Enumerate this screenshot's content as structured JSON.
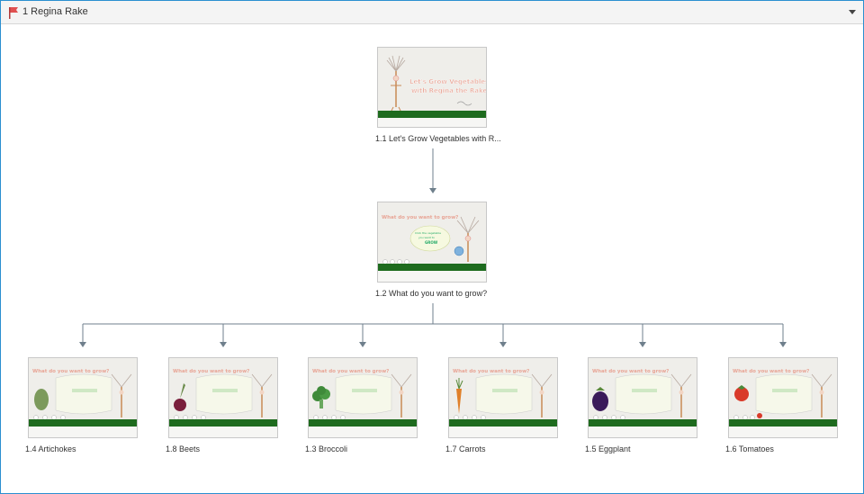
{
  "header": {
    "title": "1 Regina Rake"
  },
  "slides": {
    "s11": {
      "label": "1.1 Let's Grow Vegetables with R...",
      "title_line1": "Let's Grow Vegetables",
      "title_line2": "with Regina the Rake!"
    },
    "s12": {
      "label": "1.2 What do you want to grow?",
      "heading": "What do you want to grow?",
      "bubble_line1": "Click the vegetable",
      "bubble_line2": "you want to",
      "bubble_line3": "GROW"
    },
    "s14": {
      "label": "1.4 Artichokes",
      "heading": "What do you want to grow?"
    },
    "s18": {
      "label": "1.8 Beets",
      "heading": "What do you want to grow?"
    },
    "s13": {
      "label": "1.3 Broccoli",
      "heading": "What do you want to grow?"
    },
    "s17": {
      "label": "1.7 Carrots",
      "heading": "What do you want to grow?"
    },
    "s15": {
      "label": "1.5 Eggplant",
      "heading": "What do you want to grow?"
    },
    "s16": {
      "label": "1.6 Tomatoes",
      "heading": "What do you want to grow?"
    }
  },
  "icons": {
    "flag": "flag-icon",
    "caret": "caret-down-icon"
  },
  "colors": {
    "accent": "#2b8fd0",
    "flag": "#e05050",
    "grass": "#1e6b1e",
    "connector": "#6f7f8c",
    "heading": "#e8a596"
  }
}
